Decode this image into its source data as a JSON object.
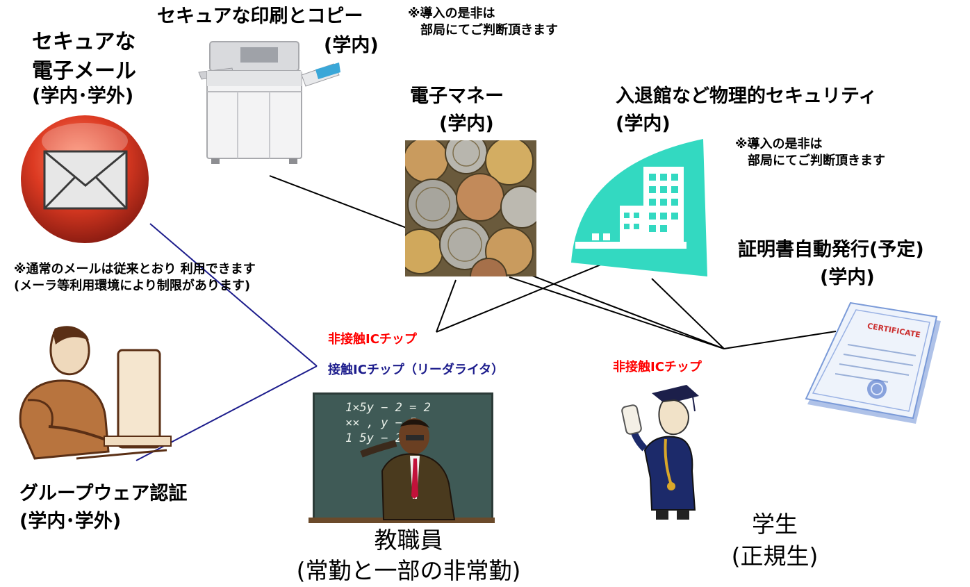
{
  "email": {
    "title_line1": "セキュアな",
    "title_line2": "電子メール",
    "scope": "(学内･学外)",
    "note_line1": "※通常のメールは従来とおり  利用できます",
    "note_line2": "(メーラ等利用環境により制限があります)"
  },
  "print": {
    "title": "セキュアな印刷とコピー",
    "scope": "(学内)",
    "note_line1": "※導入の是非は",
    "note_line2": "部局にてご判断頂きます"
  },
  "money": {
    "title": "電子マネー",
    "scope": "(学内)"
  },
  "physical": {
    "title": "入退館など物理的セキュリティ",
    "scope": "(学内)",
    "note_line1": "※導入の是非は",
    "note_line2": "部局にてご判断頂きます"
  },
  "certificate": {
    "title": "証明書自動発行(予定)",
    "scope": "(学内)",
    "image_text": "CERTIFICATE"
  },
  "groupware": {
    "title": "グループウェア認証",
    "scope": "(学内･学外)"
  },
  "staff": {
    "chip_noncontact": "非接触ICチップ",
    "chip_contact": "接触ICチップ（リーダライタ）",
    "label_line1": "教職員",
    "label_line2": "(常勤と一部の非常勤)",
    "board_lines": [
      "1×5y − 2 = 2",
      "×× , y − 5",
      "1 5y − 2"
    ]
  },
  "student": {
    "chip_noncontact": "非接触ICチップ",
    "label_line1": "学生",
    "label_line2": "(正規生)"
  },
  "colors": {
    "chip_noncontact": "#ff0000",
    "chip_contact": "#1c1c8c",
    "line_black": "#000000",
    "line_blue": "#1c1c8c",
    "building": "#33d9c1",
    "email_icon": "#d8341e",
    "chalkboard": "#3f5a56"
  }
}
